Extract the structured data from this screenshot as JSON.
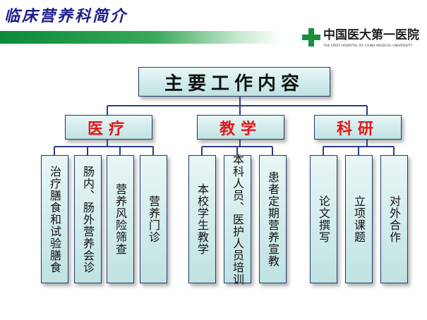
{
  "header": {
    "title": "临床营养科简介",
    "logo_text": "中国医大第一医院",
    "logo_subtitle": "THE FIRST HOSPITAL OF CHINA MEDICAL UNIVERSITY"
  },
  "diagram": {
    "root": "主要工作内容",
    "categories": [
      {
        "label": "医疗",
        "items": [
          "治疗膳食和试验膳食",
          "肠内、肠外营养会诊",
          "营养风险筛查",
          "营养门诊"
        ]
      },
      {
        "label": "教学",
        "items": [
          "本校学生教学",
          "本科人员、医护人员培训",
          "患者定期营养宣教"
        ]
      },
      {
        "label": "科研",
        "items": [
          "论文撰写",
          "立项课题",
          "对外合作"
        ]
      }
    ]
  },
  "colors": {
    "box_fill": "#cdeaea",
    "box_border": "#1f3c6a",
    "connector": "#2b3f86",
    "category_text": "#e01818",
    "header_title": "#1c1c8c",
    "header_bar": "#0a8a3a"
  }
}
